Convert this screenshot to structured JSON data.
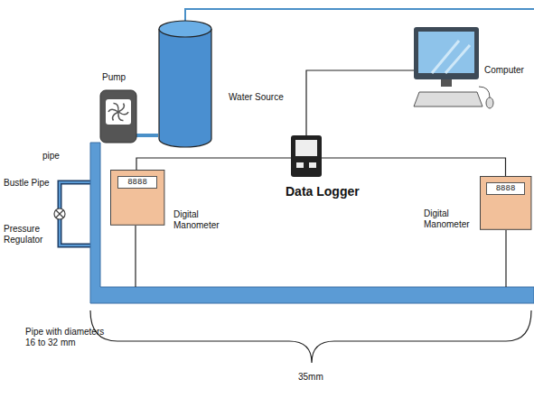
{
  "diagram": {
    "nodes": [
      {
        "text": [
          "Pump"
        ]
      },
      {
        "text": [
          "Water Source"
        ]
      },
      {
        "text": [
          "Computer"
        ]
      },
      {
        "text": [
          "Data Logger"
        ]
      },
      {
        "text": [
          "8888",
          "Digital Manometer"
        ]
      },
      {
        "text": [
          "8888",
          "Digital Manometer"
        ]
      }
    ],
    "edges": [
      {
        "from": 0,
        "to": 1,
        "arrow": "none"
      },
      {
        "from": 3,
        "to": 2,
        "arrow": "none"
      },
      {
        "from": 3,
        "to": 4,
        "arrow": "none"
      },
      {
        "from": 3,
        "to": 5,
        "arrow": "none"
      }
    ],
    "labels": [
      "pipe",
      "Bustle Pipe",
      "Pressure Regulator",
      "Pipe with diameters 16 to 32 mm",
      "35mm"
    ]
  }
}
